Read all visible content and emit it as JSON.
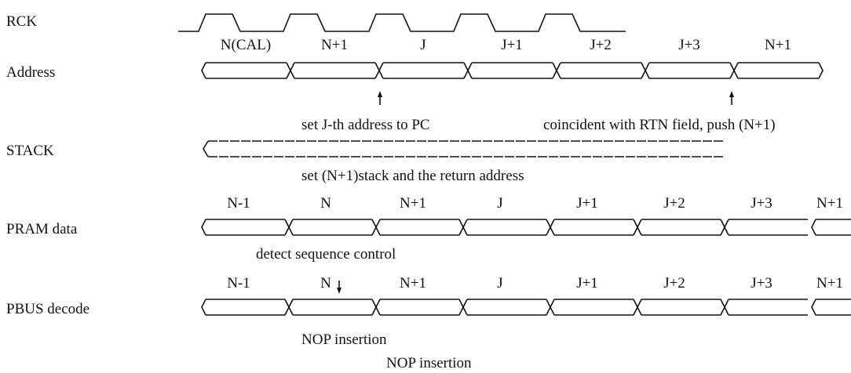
{
  "rows": {
    "rck": {
      "label": "RCK"
    },
    "address": {
      "label": "Address",
      "cells": [
        "N(CAL)",
        "N+1",
        "J",
        "J+1",
        "J+2",
        "J+3",
        "N+1"
      ]
    },
    "stack": {
      "label": "STACK"
    },
    "pram": {
      "label": "PRAM data",
      "cells": [
        "N-1",
        "N",
        "N+1",
        "J",
        "J+1",
        "J+2",
        "J+3",
        "N+1"
      ]
    },
    "pbus": {
      "label": "PBUS decode",
      "cells": [
        "N-1",
        "N",
        "N+1",
        "J",
        "J+1",
        "J+2",
        "J+3",
        "N+1"
      ]
    }
  },
  "annotations": {
    "set_pc": "set J-th address to PC",
    "coincident": "coincident with RTN field, push (N+1)",
    "set_stack": "set (N+1)stack and the return address",
    "detect": "detect sequence control",
    "nop1": "NOP insertion",
    "nop2": "NOP insertion"
  }
}
